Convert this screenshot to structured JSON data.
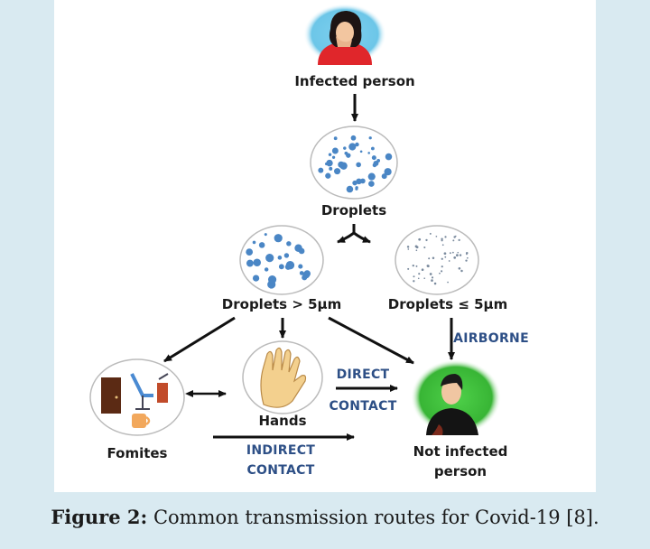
{
  "diagram": {
    "title": "Common transmission routes for Covid-19",
    "nodes": {
      "infected_person": "Infected person",
      "droplets": "Droplets",
      "droplets_large": "Droplets > 5μm",
      "droplets_small": "Droplets ≤ 5μm",
      "fomites": "Fomites",
      "hands": "Hands",
      "not_infected_line1": "Not infected",
      "not_infected_line2": "person"
    },
    "routes": {
      "airborne": "AIRBORNE",
      "direct_line1": "DIRECT",
      "direct_line2": "CONTACT",
      "indirect_line1": "INDIRECT",
      "indirect_line2": "CONTACT"
    },
    "edges": [
      {
        "from": "Infected person",
        "to": "Droplets"
      },
      {
        "from": "Droplets",
        "to": "Droplets > 5μm"
      },
      {
        "from": "Droplets",
        "to": "Droplets ≤ 5μm"
      },
      {
        "from": "Droplets > 5μm",
        "to": "Fomites"
      },
      {
        "from": "Droplets > 5μm",
        "to": "Hands"
      },
      {
        "from": "Droplets > 5μm",
        "to": "Not infected person"
      },
      {
        "from": "Droplets ≤ 5μm",
        "to": "Not infected person",
        "label": "AIRBORNE"
      },
      {
        "from": "Fomites",
        "to": "Hands",
        "bidirectional": true
      },
      {
        "from": "Hands",
        "to": "Not infected person",
        "label": "DIRECT CONTACT"
      },
      {
        "from": "Fomites",
        "to": "Not infected person",
        "label": "INDIRECT CONTACT"
      }
    ],
    "colors": {
      "background": "#d9eaf1",
      "route_label": "#2d4f86",
      "droplet": "#4a86c5",
      "infected_bg": "#6cc6e8",
      "infected_shirt": "#e0262b",
      "healthy_bg": "#3dbb3a"
    }
  },
  "caption": {
    "label": "Figure 2:",
    "text": " Common transmission routes for Covid-19 [8]."
  }
}
